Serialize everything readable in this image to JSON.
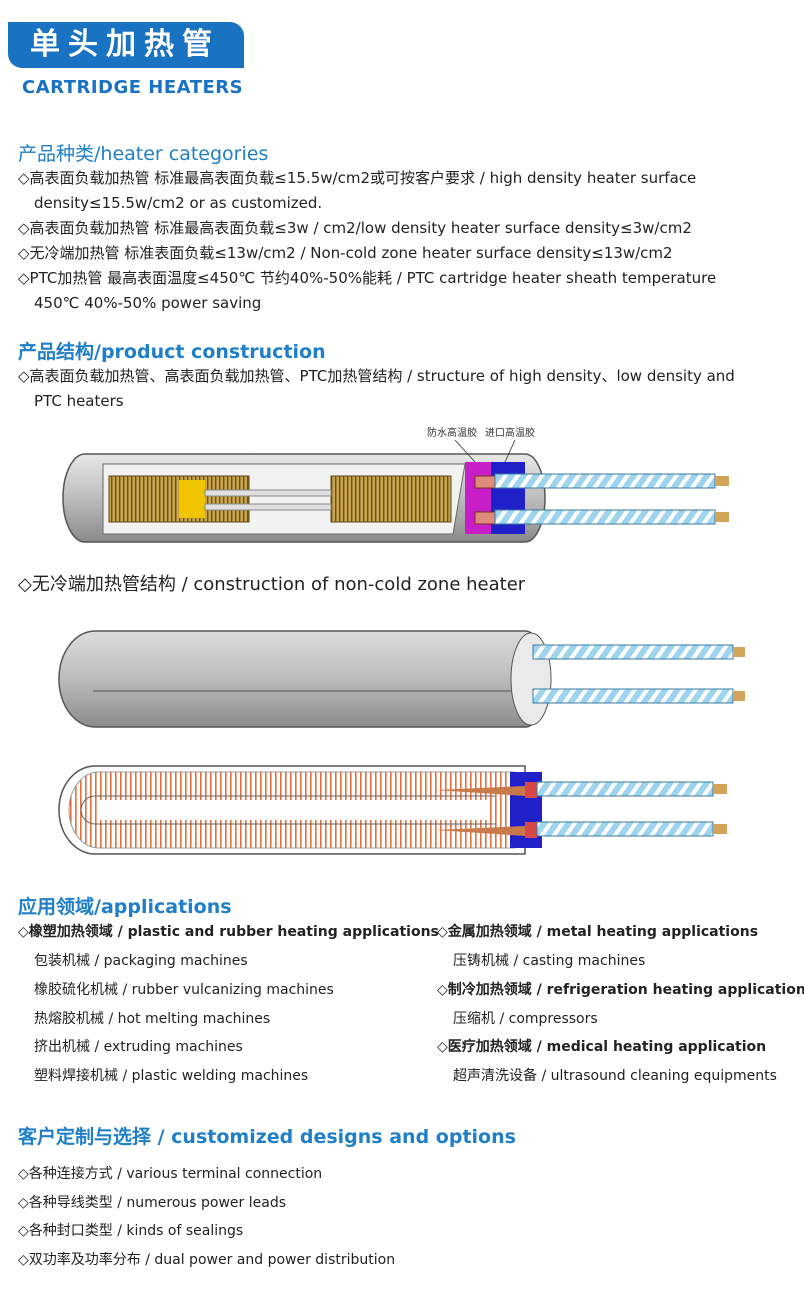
{
  "header": {
    "title_cn": "单头加热管",
    "title_en": "CARTRIDGE HEATERS"
  },
  "categories": {
    "heading": "产品种类/heater categories",
    "items": [
      "◇高表面负载加热管 标准最高表面负载≤15.5w/cm2或可按客户要求 / high density heater  surface",
      "density≤15.5w/cm2 or as customized.",
      "◇高表面负载加热管  标准最高表面负载≤3w / cm2/low density heater surface density≤3w/cm2",
      "◇无冷端加热管  标准表面负载≤13w/cm2 / Non-cold zone heater surface density≤13w/cm2",
      "◇PTC加热管 最高表面温度≤450℃ 节约40%-50%能耗 / PTC cartridge heater  sheath temperature",
      "450℃ 40%-50% power saving"
    ]
  },
  "construction": {
    "heading": "产品结构/product construction",
    "line1": "◇高表面负载加热管、高表面负载加热管、PTC加热管结构 / structure of high density、low density and",
    "line2": "PTC heaters",
    "label_waterproof": "防水高温胶",
    "label_imported": "进口高温胶",
    "noncold_heading": "◇无冷端加热管结构 / construction of non-cold zone heater"
  },
  "applications": {
    "heading": "应用领域/applications",
    "left": {
      "title": "◇橡塑加热领域 / plastic and rubber heating applications",
      "items": [
        "包装机械 / packaging machines",
        "橡胶硫化机械 / rubber vulcanizing machines",
        "热熔胶机械 / hot melting machines",
        "挤出机械 / extruding machines",
        "塑料焊接机械 / plastic welding machines"
      ]
    },
    "right": {
      "metal_title": "◇金属加热领域 / metal heating applications",
      "metal_item": "压铸机械 / casting machines",
      "refrig_title": "◇制冷加热领域 / refrigeration heating applications",
      "refrig_item": "压缩机 / compressors",
      "medical_title": "◇医疗加热领域 / medical heating application",
      "medical_item": "超声清洗设备 / ultrasound cleaning equipments"
    }
  },
  "custom": {
    "heading": "客户定制与选择 / customized designs and options",
    "items": [
      "◇各种连接方式 / various terminal connection",
      "◇各种导线类型 / numerous power leads",
      "◇各种封口类型 / kinds of sealings",
      "◇双功率及功率分布 / dual power and power distribution"
    ]
  },
  "colors": {
    "brand_blue": "#1a72c2",
    "heading_blue": "#1f7fc8",
    "wire_blue": "#7fc4e8",
    "seal_magenta": "#c81ec8",
    "seal_blue": "#2020c8"
  }
}
